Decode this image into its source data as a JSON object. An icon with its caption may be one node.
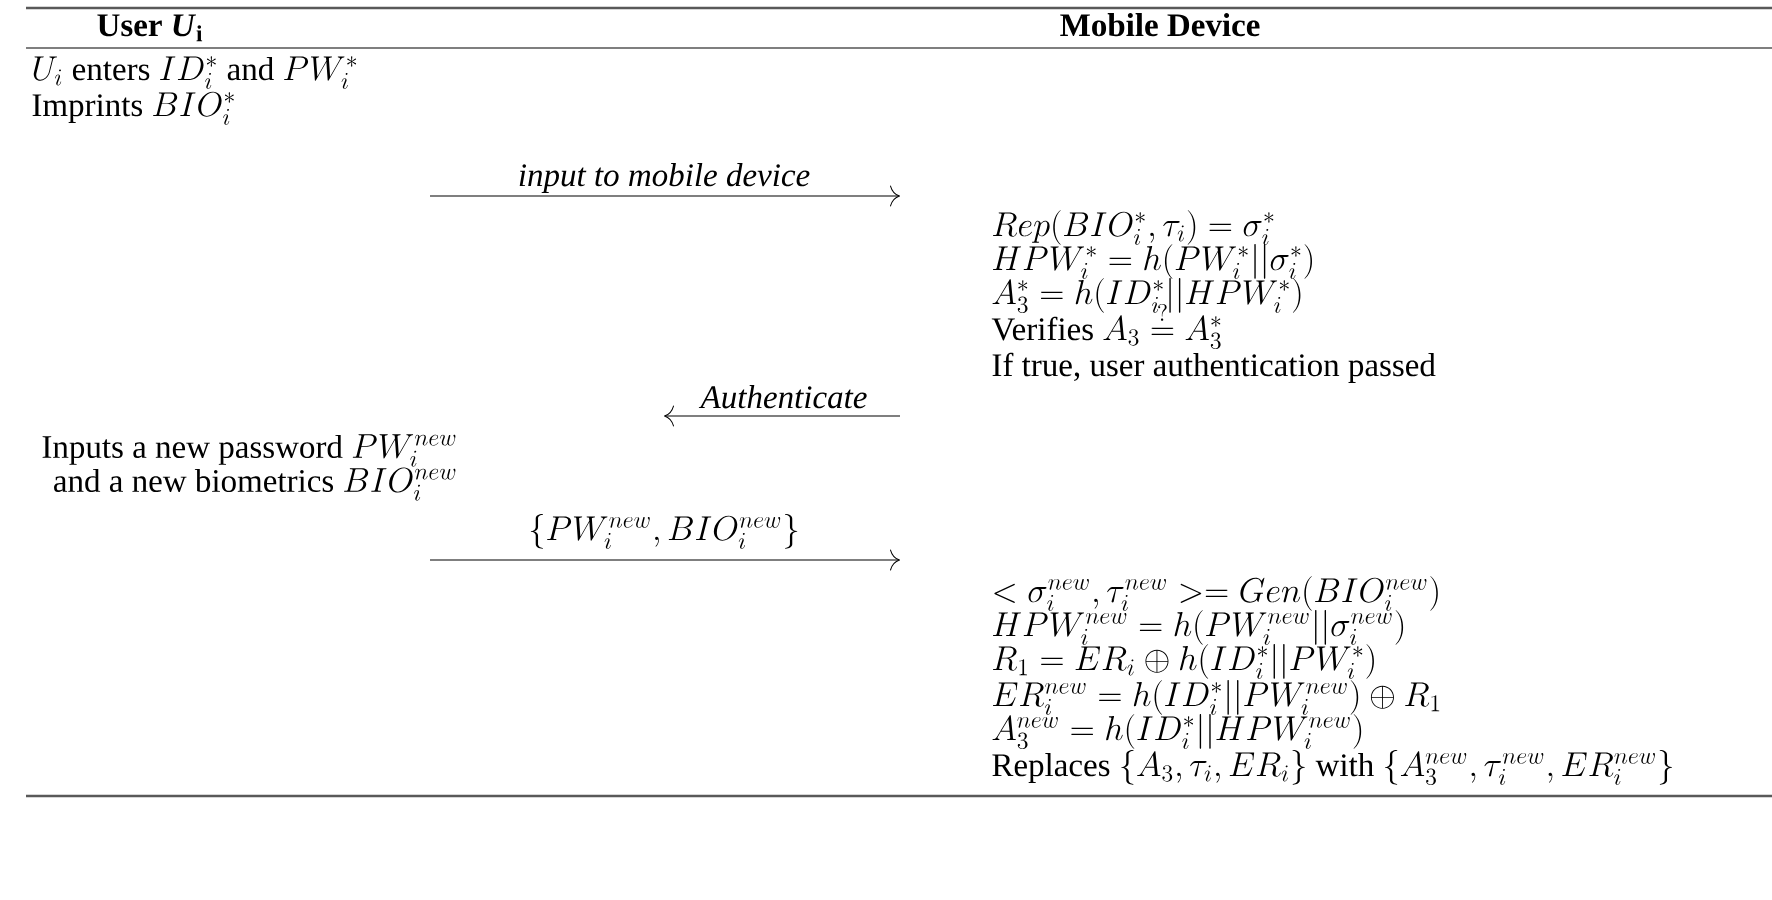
{
  "diagram": {
    "labels": [
      "User *U*$_{i}$",
      "Mobile Device",
      "U_i \\text{ enters } ID_i^* \\text{ and } PW_i^*",
      "\\text{Imprints } BIO_i^*",
      "\\textit{input to mobile device}",
      "Rep(BIO_i^*, \\tau_i) = \\sigma_i^*",
      "HPW_i^* = h(PW_i^*||\\sigma_i^*)",
      "A_3^* = h(ID_i^*||HPW_i^*)",
      "\\text{Verifies } A_3 \\stackrel{?}{=} A_3^*",
      "\\text{If true, user authentication passed}",
      "\\textit{Authenticate}",
      "\\begin{array}{r}\\text{Inputs a new password } PW_i^{new}\\\\ \\text{and a new biometrics } BIO_i^{new}\\end{array}",
      "\\{PW_i^{new}, BIO_i^{new}\\}",
      "< \\sigma_i^{new}, \\tau_i^{new} >= Gen(BIO_i^{new})",
      "HPW_i^{new} = h(PW_i^{new}||\\sigma_i^{new})",
      "R_1 = ER_i \\oplus h(ID_i^*||PW_i^*)",
      "ER_i^{new} = h(ID_i^*||PW_i^{new}) \\oplus R_1",
      "A_3^{new} = h(ID_i^*||HPW_i^{new})",
      "\\text{Replaces } \\{A_3, \\tau_i, ER_i\\} \\text{ with } \\{A_3^{new}, \\tau_i^{new}, ER_i^{new}\\}"
    ]
  }
}
